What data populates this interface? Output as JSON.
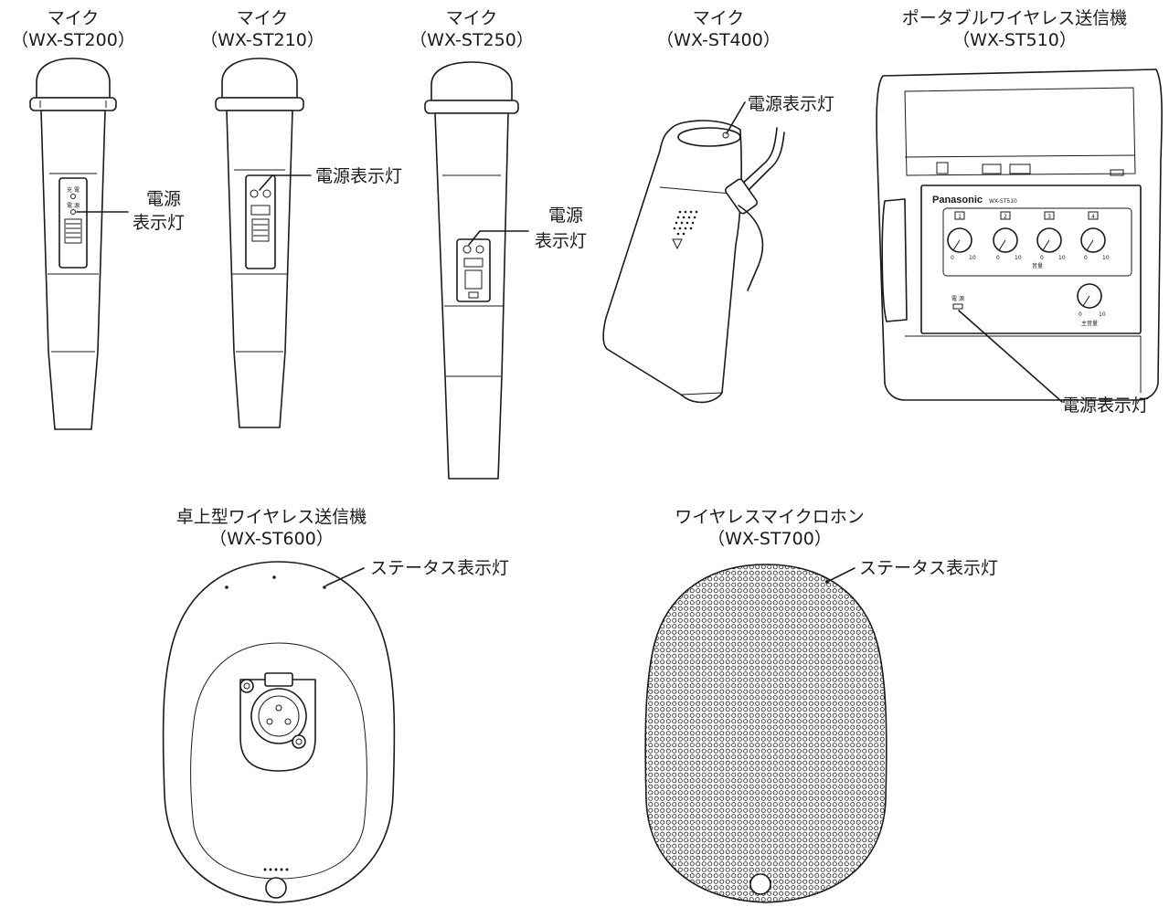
{
  "devices": [
    {
      "name": "マイク",
      "model": "（WX-ST200）",
      "indicator": "電源",
      "indicator2": "表示灯"
    },
    {
      "name": "マイク",
      "model": "（WX-ST210）",
      "indicator": "電源表示灯"
    },
    {
      "name": "マイク",
      "model": "（WX-ST250）",
      "indicator": "電源",
      "indicator2": "表示灯"
    },
    {
      "name": "マイク",
      "model": "（WX-ST400）",
      "indicator": "電源表示灯"
    },
    {
      "name": "ポータブルワイヤレス送信機",
      "model": "（WX-ST510）",
      "indicator": "電源表示灯"
    },
    {
      "name": "卓上型ワイヤレス送信機",
      "model": "（WX-ST600）",
      "indicator": "ステータス表示灯"
    },
    {
      "name": "ワイヤレスマイクロホン",
      "model": "（WX-ST700）",
      "indicator": "ステータス表示灯"
    }
  ],
  "panel": {
    "brand": "Panasonic",
    "model": "WX-ST510",
    "channels": [
      "1",
      "2",
      "3",
      "4"
    ],
    "scale_min": "0",
    "scale_max": "10",
    "volume_label": "音量",
    "power_label": "電 源",
    "master_label": "主音量"
  },
  "mic_labels": {
    "charge": "充 電",
    "power": "電 源"
  }
}
